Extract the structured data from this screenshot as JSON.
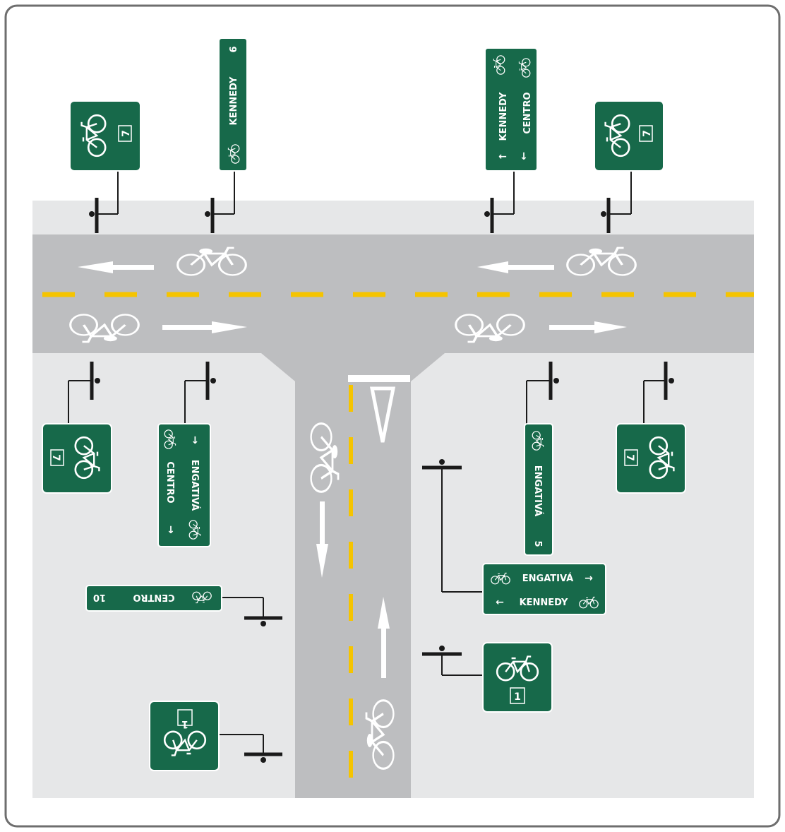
{
  "colors": {
    "sign_green": "#17694a",
    "lane_yellow": "#f5c400",
    "road_gray": "#bdbec0",
    "sidewalk_gray": "#e6e7e8",
    "frame": "#6e6e6e",
    "post": "#1a1a1a"
  },
  "icons": [
    "bicycle-icon",
    "arrow-left-icon",
    "arrow-right-icon",
    "arrow-up-icon",
    "arrow-down-icon",
    "yield-triangle-icon"
  ],
  "signs": {
    "route_7": "7",
    "route_1": "1",
    "kennedy": "KENNEDY",
    "kennedy_num": "6",
    "centro": "CENTRO",
    "centro_num": "10",
    "engativa": "ENGATIVÁ",
    "engativa_num": "5",
    "arrow_left": "←",
    "arrow_right": "→",
    "arrow_down": "↓",
    "arrow_up": "↑"
  }
}
